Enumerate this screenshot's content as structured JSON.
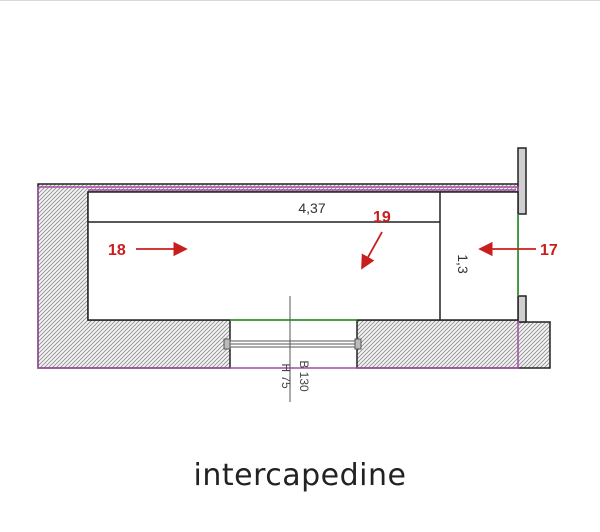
{
  "colors": {
    "wall_hatch": "#8c8c8c",
    "outline": "#222222",
    "property_line": "#a64ca6",
    "window_line": "#2fa82f",
    "marker": "#c81e1e"
  },
  "dimensions": {
    "length": "4,37",
    "width": "1,3"
  },
  "window": {
    "width_label": "B 130",
    "height_label": "H 75"
  },
  "markers": {
    "m18": "18",
    "m19": "19",
    "m17": "17"
  },
  "caption": "intercapedine"
}
